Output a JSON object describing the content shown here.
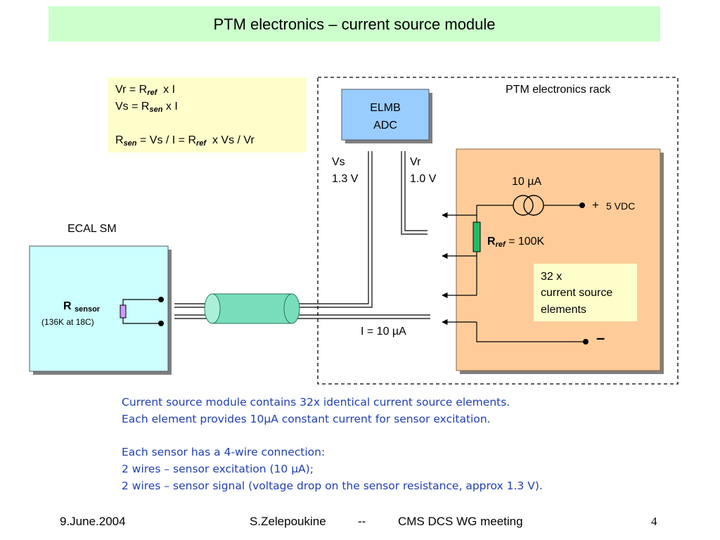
{
  "slide": {
    "title": "PTM electronics – current source module"
  },
  "formulas": {
    "line1_a": "Vr = R",
    "line1_sub": "ref",
    "line1_b": "  x I",
    "line2_a": "Vs = R",
    "line2_sub": "sen",
    "line2_b": " x I",
    "line3_a": "R",
    "line3_sub": "sen",
    "line3_b": " = Vs / I = R",
    "line3_sub2": "ref",
    "line3_c": "  x Vs / Vr"
  },
  "diagram": {
    "rack_label": "PTM electronics rack",
    "elmb_line1": "ELMB",
    "elmb_line2": "ADC",
    "vs_label": "Vs",
    "vs_value": "1.3 V",
    "vr_label": "Vr",
    "vr_value": "1.0 V",
    "current_label": "10 µA",
    "supply_plus": "+",
    "supply_label": "5 VDC",
    "rref_prefix": "R",
    "rref_sub": "ref",
    "rref_value": " = 100K",
    "elements_line1": "32 x",
    "elements_line2": "current source",
    "elements_line3": "elements",
    "minus_label": "–",
    "ecal_label": "ECAL SM",
    "sensor_prefix": "R",
    "sensor_sub": "sensor",
    "sensor_note": "(136K at 18C)",
    "i_label": "I = 10 µA"
  },
  "description": {
    "line1": "Current source module contains 32x identical current source elements.",
    "line2": "Each element provides 10µA constant current for sensor excitation.",
    "line3": "Each sensor has a 4-wire connection:",
    "line4": "2 wires – sensor excitation (10 µA);",
    "line5": "2 wires – sensor signal (voltage drop on the sensor resistance, approx 1.3 V)."
  },
  "footer": {
    "date": "9.June.2004",
    "author": "S.Zelepoukine",
    "separator": "--",
    "meeting": "CMS DCS WG meeting",
    "page": "4"
  },
  "colors": {
    "title_bg": "#ccffcc",
    "formula_bg": "#ffffcc",
    "elmb_fill": "#99ccff",
    "module_fill": "#ffcc99",
    "elements_fill": "#ffffcc",
    "ecal_fill": "#ccffff",
    "cable_fill": "#77ddbb",
    "rref_fill": "#22bb66",
    "sensor_fill": "#cc99ff",
    "desc_text": "#1f3fb0"
  }
}
